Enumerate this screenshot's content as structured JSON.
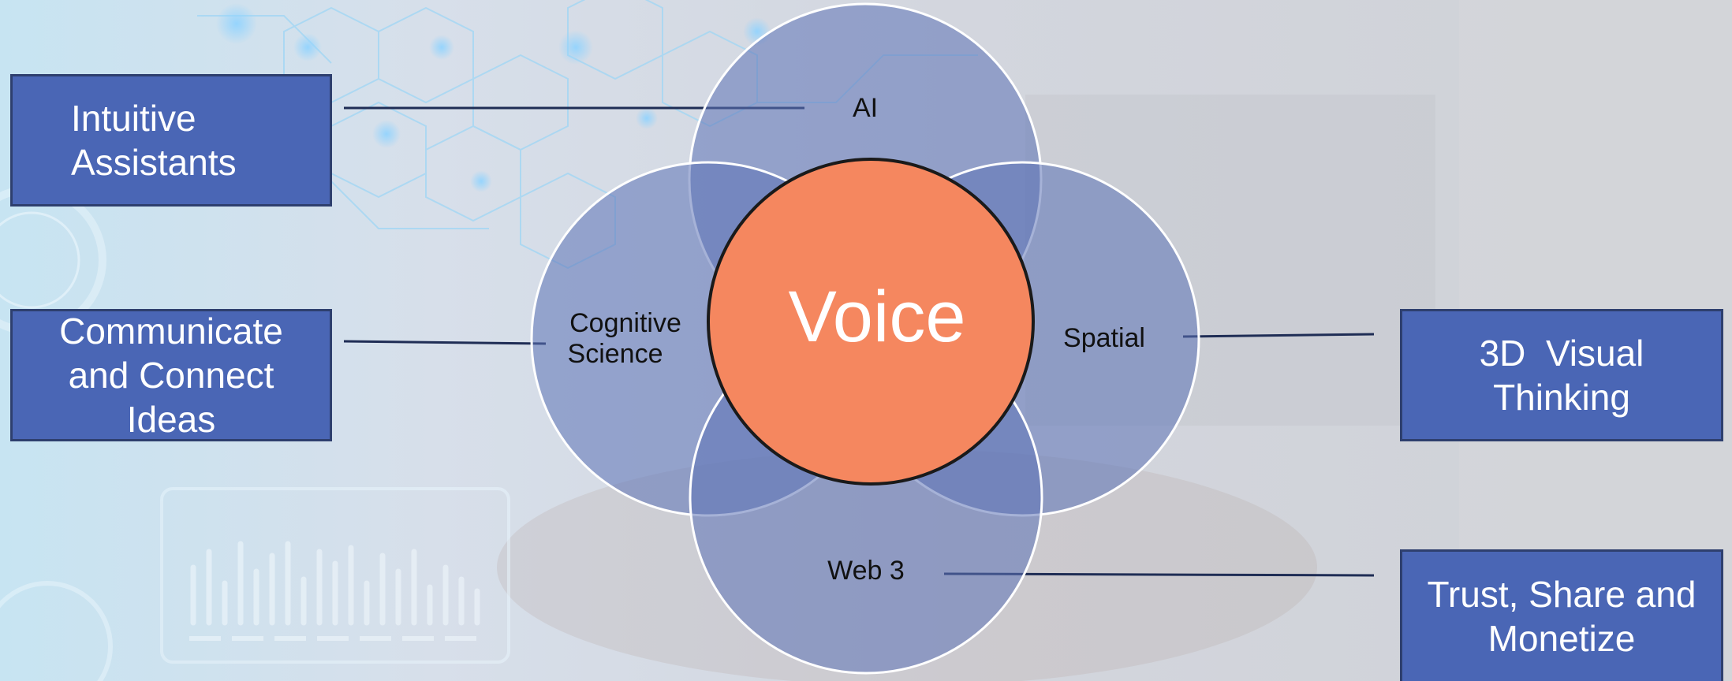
{
  "colors": {
    "box_fill": "#4a66b5",
    "box_border": "#2e3f6e",
    "petal_fill": "#5d72b6",
    "center_fill": "#f5875f",
    "connector": "#1f2d55"
  },
  "diagram": {
    "center": {
      "label": "Voice"
    },
    "petals": {
      "ai": "AI",
      "cognitive": [
        "Cognitive",
        "Science"
      ],
      "spatial": "Spatial",
      "web3": "Web 3"
    },
    "boxes": {
      "intuitive": [
        "Intuitive",
        "Assistants"
      ],
      "communicate": [
        "Communicate",
        "and Connect",
        "Ideas"
      ],
      "visual": [
        "3D  Visual",
        "Thinking"
      ],
      "trust": [
        "Trust, Share and",
        "Monetize"
      ]
    }
  }
}
